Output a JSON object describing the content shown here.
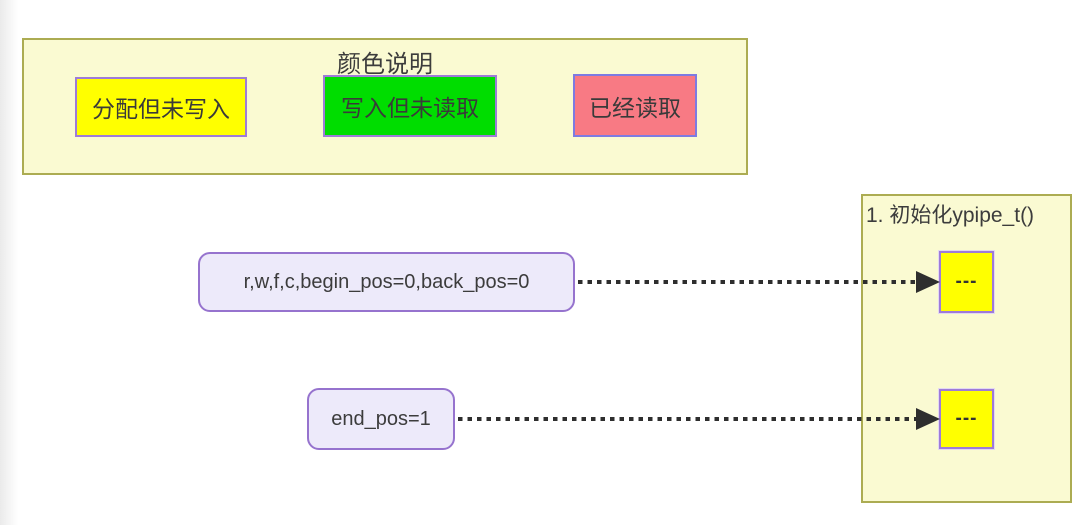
{
  "legend": {
    "title": "颜色说明",
    "items": [
      {
        "label": "分配但未写入",
        "color": "#FFFF00"
      },
      {
        "label": "写入但未读取",
        "color": "#00DD00"
      },
      {
        "label": "已经读取",
        "color": "#F87A84"
      }
    ]
  },
  "step_panel": {
    "title": "1. 初始化ypipe_t()",
    "cells": [
      {
        "label": "---",
        "color": "#FFFF00"
      },
      {
        "label": "---",
        "color": "#FFFF00"
      }
    ]
  },
  "nodes": [
    {
      "label": "r,w,f,c,begin_pos=0,back_pos=0"
    },
    {
      "label": "end_pos=1"
    }
  ],
  "connectors": [
    {
      "from": "node-state-vars",
      "to": "cell-1",
      "style": "dotted-arrow"
    },
    {
      "from": "node-end-pos",
      "to": "cell-2",
      "style": "dotted-arrow"
    }
  ],
  "colors": {
    "panel_background": "#FAFAD2",
    "panel_border": "#ACAC52",
    "allocated_unwritten": "#FFFF00",
    "written_unread": "#00DD00",
    "already_read": "#F87A84",
    "node_background": "#EDEAFA",
    "node_border": "#9673CE",
    "cell_border": "#9E7BD8",
    "arrow": "#2E2E2E",
    "text": "#3C3C3C"
  }
}
